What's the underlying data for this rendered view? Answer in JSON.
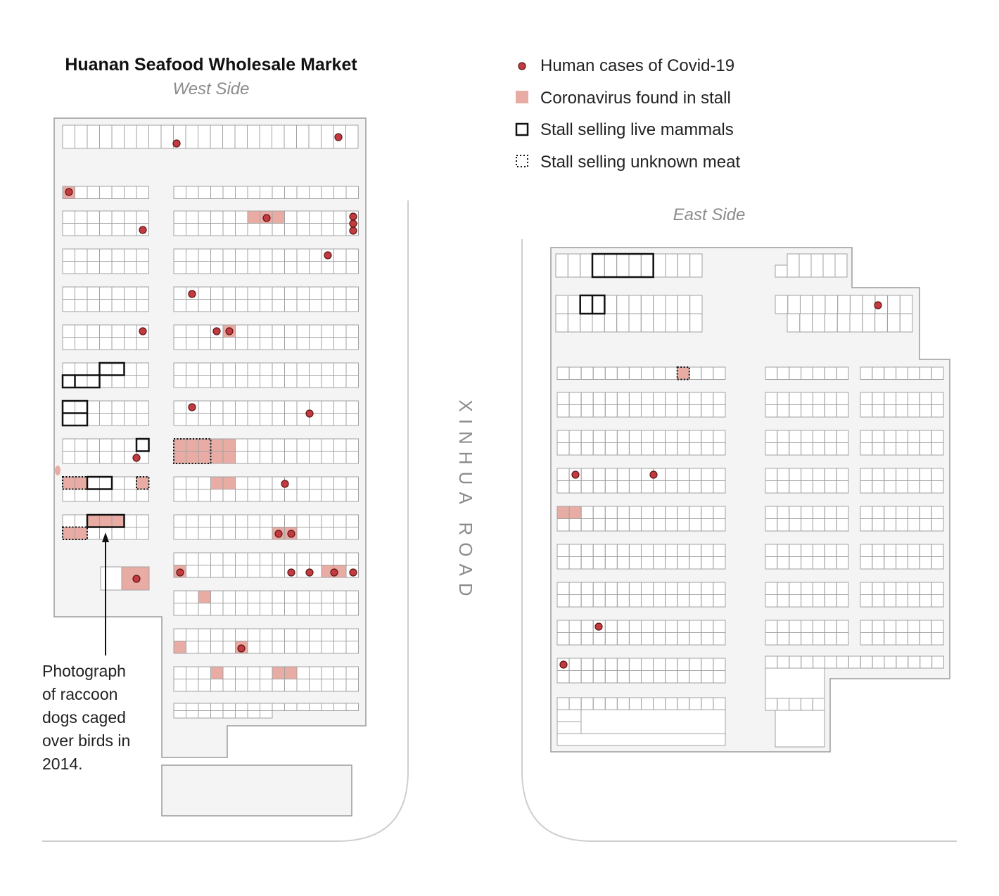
{
  "title": "Huanan Seafood Wholesale Market",
  "west_label": "West Side",
  "east_label": "East Side",
  "road_label": "XINHUA ROAD",
  "legend": [
    {
      "icon": "case-dot-icon",
      "label": "Human cases of Covid-19"
    },
    {
      "icon": "virus-square-icon",
      "label": "Coronavirus found in stall"
    },
    {
      "icon": "live-mammal-square-icon",
      "label": "Stall selling live mammals"
    },
    {
      "icon": "unknown-meat-square-icon",
      "label": "Stall selling unknown meat"
    }
  ],
  "annotation": {
    "lines": [
      "Photograph",
      "of raccoon",
      "dogs caged",
      "over birds in",
      "2014."
    ]
  },
  "colors": {
    "case_dot": "#c23b40",
    "case_dot_stroke": "#5e1414",
    "virus_fill": "#e9aca4",
    "live_mammal_stroke": "#111111",
    "unknown_meat_stroke": "#111111",
    "building_fill": "#f4f4f4",
    "building_stroke": "#9b9b9b",
    "stall_stroke": "#a2a2a2",
    "road_edge": "#cfcfcf",
    "muted_text": "#8c8c8c"
  }
}
